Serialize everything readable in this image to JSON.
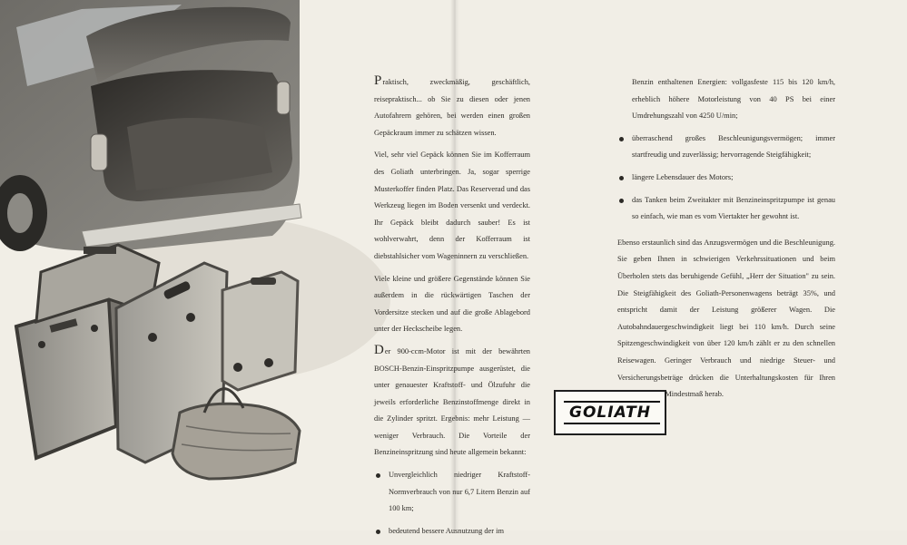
{
  "left_column": {
    "paragraphs": [
      {
        "dropcap": "P",
        "text": "raktisch, zweckmäßig, geschäftlich, reisepraktisch... ob Sie zu diesen oder jenen Autofahrern gehören, bei werden einen großen Gepäckraum immer zu schätzen wissen."
      },
      {
        "text": "Viel, sehr viel Gepäck können Sie im Kofferraum des Goliath unterbringen. Ja, sogar sperrige Musterkoffer finden Platz. Das Reserverad und das Werkzeug liegen im Boden versenkt und verdeckt. Ihr Gepäck bleibt dadurch sauber! Es ist wohlverwahrt, denn der Kofferraum ist diebstahlsicher vom Wageninnern zu verschließen."
      },
      {
        "text": "Viele kleine und größere Gegenstände können Sie außerdem in die rückwärtigen Taschen der Vordersitze stecken und auf die große Ablagebord unter der Heckscheibe legen."
      },
      {
        "dropcap": "D",
        "text": "er 900-ccm-Motor ist mit der bewährten BOSCH-Benzin-Einspritzpumpe ausgerüstet, die unter genauester Kraftstoff- und Ölzufuhr die jeweils erforderliche Benzinstoffmenge direkt in die Zylinder spritzt. Ergebnis: mehr Leistung — weniger Verbrauch. Die Vorteile der Benzineinspritzung sind heute allgemein bekannt:"
      }
    ],
    "bullets": [
      "Unvergleichlich niedriger Kraftstoff-Normverbrauch von nur 6,7 Litern Benzin auf 100 km;",
      "bedeutend bessere Ausnutzung der im"
    ]
  },
  "right_column": {
    "intro": "Benzin enthaltenen Energien: vollgasfeste 115 bis 120 km/h, erheblich höhere Motorleistung von 40 PS bei einer Umdrehungszahl von 4250 U/min;",
    "bullets": [
      "überraschend großes Beschleunigungsvermögen; immer startfreudig und zuverlässig; hervorragende Steigfähigkeit;",
      "längere Lebensdauer des Motors;",
      "das Tanken beim Zweitakter mit Benzineinspritzpumpe ist genau so einfach, wie man es vom Viertakter her gewohnt ist."
    ],
    "paragraph": "Ebenso erstaunlich sind das Anzugsvermögen und die Beschleunigung. Sie geben Ihnen in schwierigen Verkehrssituationen und beim Überholen stets das beruhigende Gefühl, „Herr der Situation\" zu sein. Die Steigfähigkeit des Goliath-Personenwagens beträgt 35%, und entspricht damit der Leistung größerer Wagen. Die Autobahndauergeschwindigkeit liegt bei 110 km/h. Durch seine Spitzengeschwindigkeit von über 120 km/h zählt er zu den schnellen Reisewagen. Geringer Verbrauch und niedrige Steuer- und Versicherungsbeträge drücken die Unterhaltungskosten für Ihren Goliath auf ein Mindestmaß herab."
  },
  "logo": {
    "text": "GOLIATH"
  }
}
